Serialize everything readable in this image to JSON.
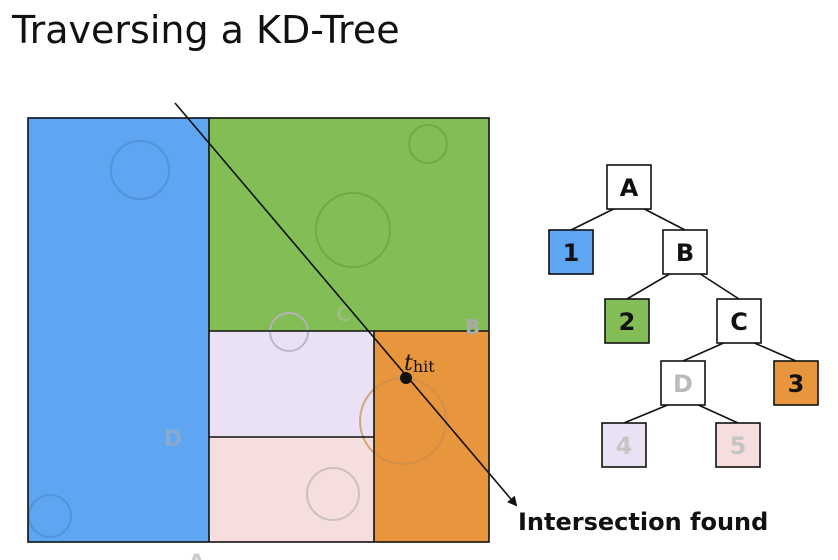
{
  "title": "Traversing a KD-Tree",
  "caption": "Intersection found",
  "hit_label_main": "t",
  "hit_label_sub": "hit",
  "region_labels": {
    "A": "A",
    "B": "B",
    "C": "C",
    "D": "D"
  },
  "tree": {
    "nodes": [
      {
        "id": "A",
        "label": "A",
        "kind": "interior",
        "color": "#ffffff",
        "text_color": "#111111"
      },
      {
        "id": "1",
        "label": "1",
        "kind": "leaf",
        "color": "#5ea5f2",
        "text_color": "#111111"
      },
      {
        "id": "B",
        "label": "B",
        "kind": "interior",
        "color": "#ffffff",
        "text_color": "#111111"
      },
      {
        "id": "2",
        "label": "2",
        "kind": "leaf",
        "color": "#82bd55",
        "text_color": "#111111"
      },
      {
        "id": "C",
        "label": "C",
        "kind": "interior",
        "color": "#ffffff",
        "text_color": "#111111"
      },
      {
        "id": "D",
        "label": "D",
        "kind": "interior",
        "color": "#ffffff",
        "text_color": "#bbbbbb"
      },
      {
        "id": "3",
        "label": "3",
        "kind": "leaf",
        "color": "#e8963e",
        "text_color": "#111111"
      },
      {
        "id": "4",
        "label": "4",
        "kind": "leaf",
        "color": "#ebe1f4",
        "text_color": "#c5c5c5"
      },
      {
        "id": "5",
        "label": "5",
        "kind": "leaf",
        "color": "#f6dede",
        "text_color": "#c5c5c5"
      }
    ],
    "edges": [
      [
        "A",
        "1"
      ],
      [
        "A",
        "B"
      ],
      [
        "B",
        "2"
      ],
      [
        "B",
        "C"
      ],
      [
        "C",
        "D"
      ],
      [
        "C",
        "3"
      ],
      [
        "D",
        "4"
      ],
      [
        "D",
        "5"
      ]
    ]
  },
  "colors": {
    "region_1": "#5ea5f2",
    "region_2": "#82bd55",
    "region_3": "#e8963e",
    "region_4": "#ebe1f4",
    "region_5": "#f6dede",
    "outline": "#111111"
  }
}
